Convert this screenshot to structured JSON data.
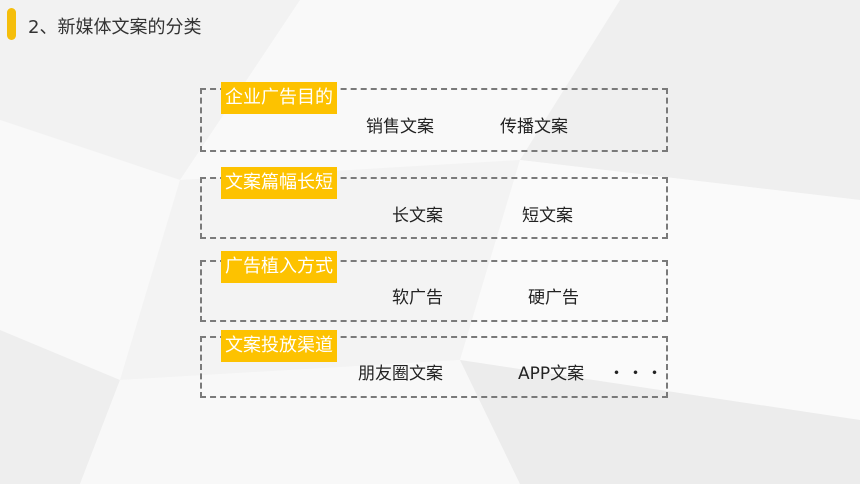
{
  "slide": {
    "title": "2、新媒体文案的分类",
    "accent_color": "#fdc200"
  },
  "categories": [
    {
      "tag": "企业广告目的",
      "items": [
        "销售文案",
        "传播文案"
      ]
    },
    {
      "tag": "文案篇幅长短",
      "items": [
        "长文案",
        "短文案"
      ]
    },
    {
      "tag": "广告植入方式",
      "items": [
        "软广告",
        "硬广告"
      ]
    },
    {
      "tag": "文案投放渠道",
      "items": [
        "朋友圈文案",
        "APP文案",
        "・・・"
      ]
    }
  ]
}
